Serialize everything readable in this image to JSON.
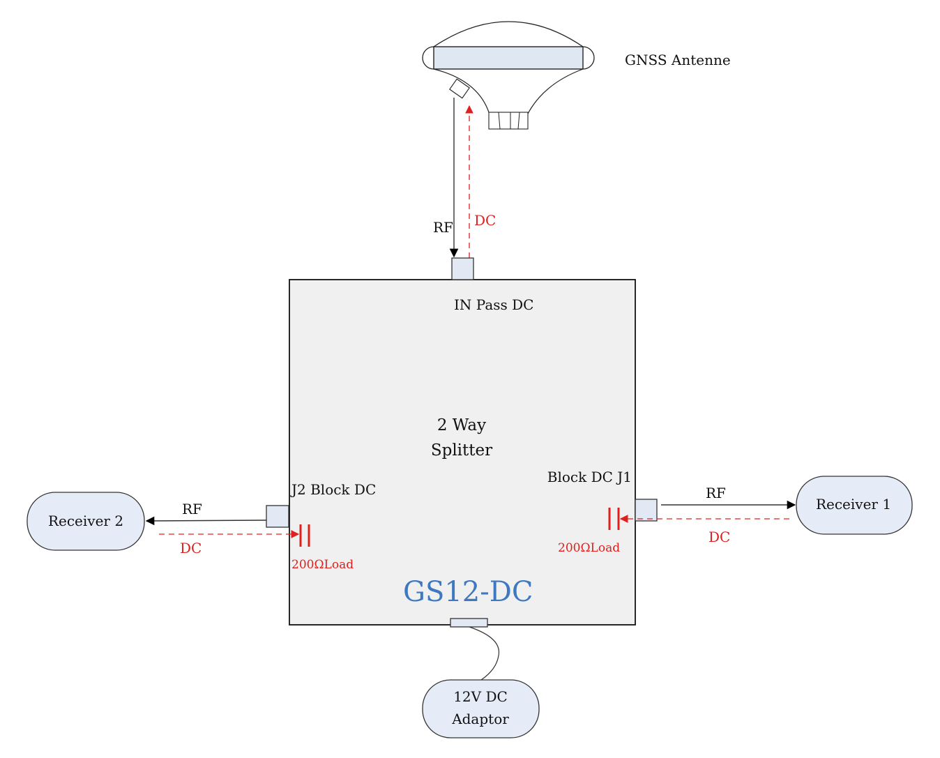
{
  "colors": {
    "rf_line": "#000000",
    "dc_line": "#e0201e",
    "box_fill": "#f0f0f0",
    "node_fill": "#e6ecf7",
    "model_text": "#3e78c0"
  },
  "antenna": {
    "label": "GNSS Antenne",
    "icon": "gnss-antenna-icon"
  },
  "top_link": {
    "rf_label": "RF",
    "dc_label": "DC"
  },
  "splitter": {
    "title_line1": "2 Way",
    "title_line2": "Splitter",
    "model": "GS12-DC",
    "input_port_label": "IN Pass DC",
    "j2_label": "J2 Block DC",
    "j1_label": "Block DC J1",
    "j2_load": "200ΩLoad",
    "j1_load": "200ΩLoad"
  },
  "left_link": {
    "rf_label": "RF",
    "dc_label": "DC"
  },
  "right_link": {
    "rf_label": "RF",
    "dc_label": "DC"
  },
  "receiver2": {
    "label": "Receiver 2"
  },
  "receiver1": {
    "label": "Receiver 1"
  },
  "adaptor": {
    "line1": "12V DC",
    "line2": "Adaptor"
  }
}
